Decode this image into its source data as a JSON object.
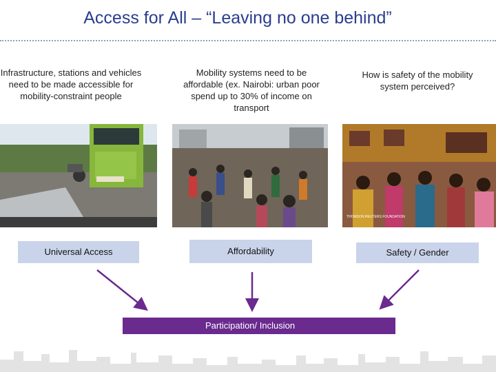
{
  "title": "Access for All – “Leaving no one behind”",
  "columns": [
    {
      "description": "Infrastructure, stations and vehicles need to be made accessible for mobility-constraint people",
      "photo_icon": "street-bus-photo",
      "label": "Universal Access"
    },
    {
      "description": "Mobility systems need to be affordable (ex. Nairobi: urban poor spend up to 30% of income on transport",
      "photo_icon": "crowd-walking-photo",
      "label": "Affordability"
    },
    {
      "description": "How is safety of the mobility system perceived?",
      "photo_icon": "crowded-train-photo",
      "label": "Safety / Gender",
      "photo_caption": "THOMSON REUTERS FOUNDATION"
    }
  ],
  "participation_label": "Participation/ Inclusion",
  "colors": {
    "title": "#2a3d8f",
    "label_box": "#c9d4ea",
    "participation_box": "#6a2a8e",
    "arrow": "#6a2a8e"
  }
}
